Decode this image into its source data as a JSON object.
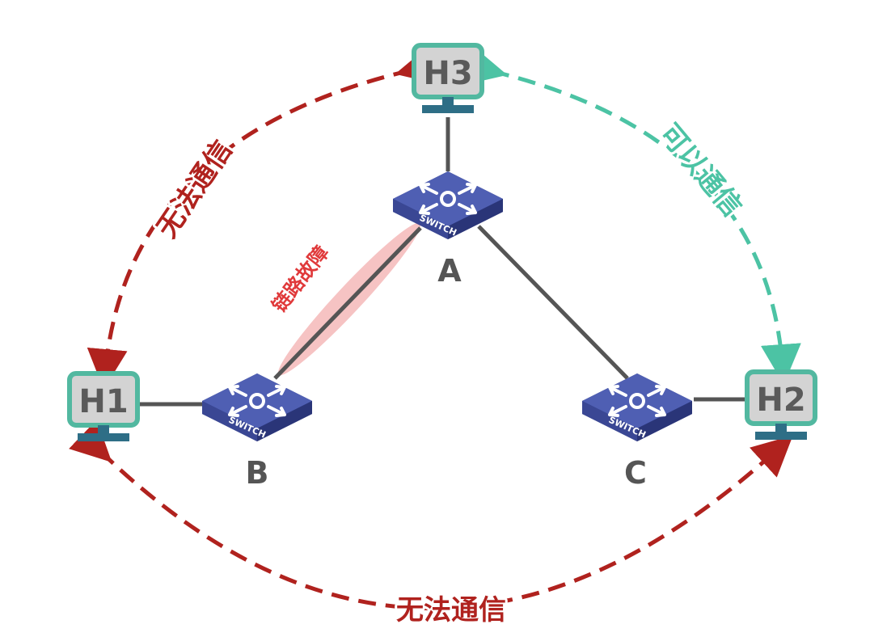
{
  "hosts": {
    "h1": {
      "label": "H1"
    },
    "h2": {
      "label": "H2"
    },
    "h3": {
      "label": "H3"
    }
  },
  "switches": {
    "a": {
      "label": "A",
      "badge": "SWITCH"
    },
    "b": {
      "label": "B",
      "badge": "SWITCH"
    },
    "c": {
      "label": "C",
      "badge": "SWITCH"
    }
  },
  "annotations": {
    "link_fault": "链路故障",
    "h1_h3": "无法通信",
    "h3_h2": "可以通信",
    "h1_h2": "无法通信"
  },
  "colors": {
    "fail": "#b0221e",
    "ok": "#4cc3a4",
    "host_border": "#52b8a0",
    "host_fill": "#d3d3d3",
    "host_base": "#2e6e86",
    "switch": "#3b4a9a",
    "link": "#555555",
    "fault_highlight": "#f4b8b8"
  }
}
